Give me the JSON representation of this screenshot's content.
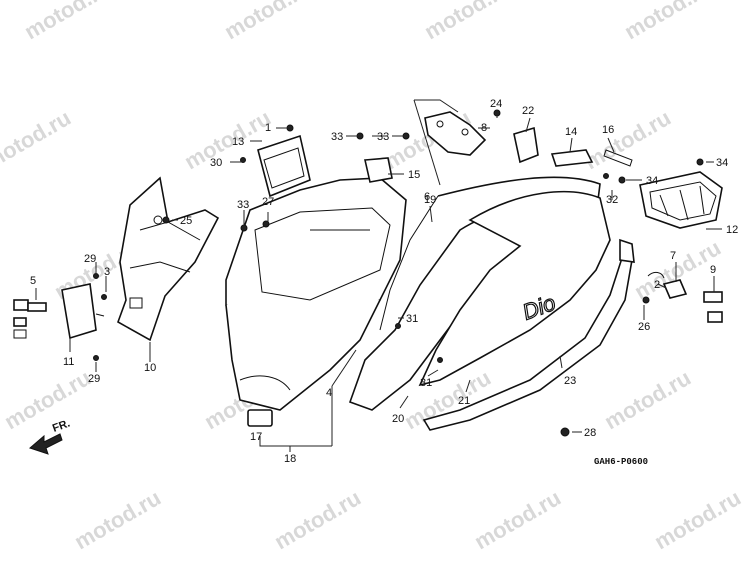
{
  "watermark": {
    "text": "motod.ru"
  },
  "front_arrow": {
    "label": "FR."
  },
  "reference_code": "GAH6-P0600",
  "callouts": {
    "c1": "1",
    "c2": "2",
    "c3": "3",
    "c4": "4",
    "c5": "5",
    "c6": "6",
    "c7": "7",
    "c8": "8",
    "c9": "9",
    "c10": "10",
    "c11": "11",
    "c12": "12",
    "c13": "13",
    "c14": "14",
    "c15": "15",
    "c16": "16",
    "c17": "17",
    "c18": "18",
    "c19": "19",
    "c20": "20",
    "c21": "21",
    "c22": "22",
    "c23": "23",
    "c24": "24",
    "c25": "25",
    "c26": "26",
    "c27": "27",
    "c28": "28",
    "c29a": "29",
    "c29b": "29",
    "c30": "30",
    "c31a": "31",
    "c31b": "31",
    "c32": "32",
    "c33a": "33",
    "c33b": "33",
    "c33c": "33",
    "c34a": "34",
    "c34b": "34"
  }
}
